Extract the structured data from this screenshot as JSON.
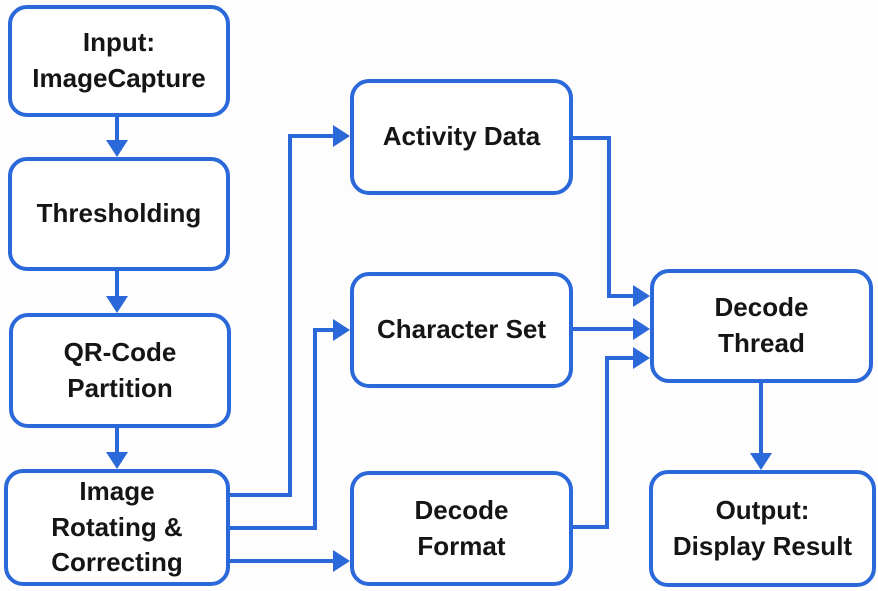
{
  "diagram": {
    "type": "flowchart",
    "description": "QR code decoding pipeline flowchart"
  },
  "colors": {
    "accent": "#2b68d9",
    "node_fill": "#ffffff",
    "text": "#151515",
    "background": "#fdfdfd"
  },
  "nodes": {
    "input_capture": {
      "label": "Input:\nImageCapture"
    },
    "thresholding": {
      "label": "Thresholding"
    },
    "qr_partition": {
      "label": "QR-Code\nPartition"
    },
    "image_rotating": {
      "label": "Image\nRotating &\nCorrecting"
    },
    "activity_data": {
      "label": "Activity Data"
    },
    "character_set": {
      "label": "Character Set"
    },
    "decode_format": {
      "label": "Decode\nFormat"
    },
    "decode_thread": {
      "label": "Decode\nThread"
    },
    "output_result": {
      "label": "Output:\nDisplay Result"
    }
  },
  "edges": [
    {
      "from": "input_capture",
      "to": "thresholding"
    },
    {
      "from": "thresholding",
      "to": "qr_partition"
    },
    {
      "from": "qr_partition",
      "to": "image_rotating"
    },
    {
      "from": "image_rotating",
      "to": "activity_data"
    },
    {
      "from": "image_rotating",
      "to": "character_set"
    },
    {
      "from": "image_rotating",
      "to": "decode_format"
    },
    {
      "from": "activity_data",
      "to": "decode_thread"
    },
    {
      "from": "character_set",
      "to": "decode_thread"
    },
    {
      "from": "decode_format",
      "to": "decode_thread"
    },
    {
      "from": "decode_thread",
      "to": "output_result"
    }
  ]
}
